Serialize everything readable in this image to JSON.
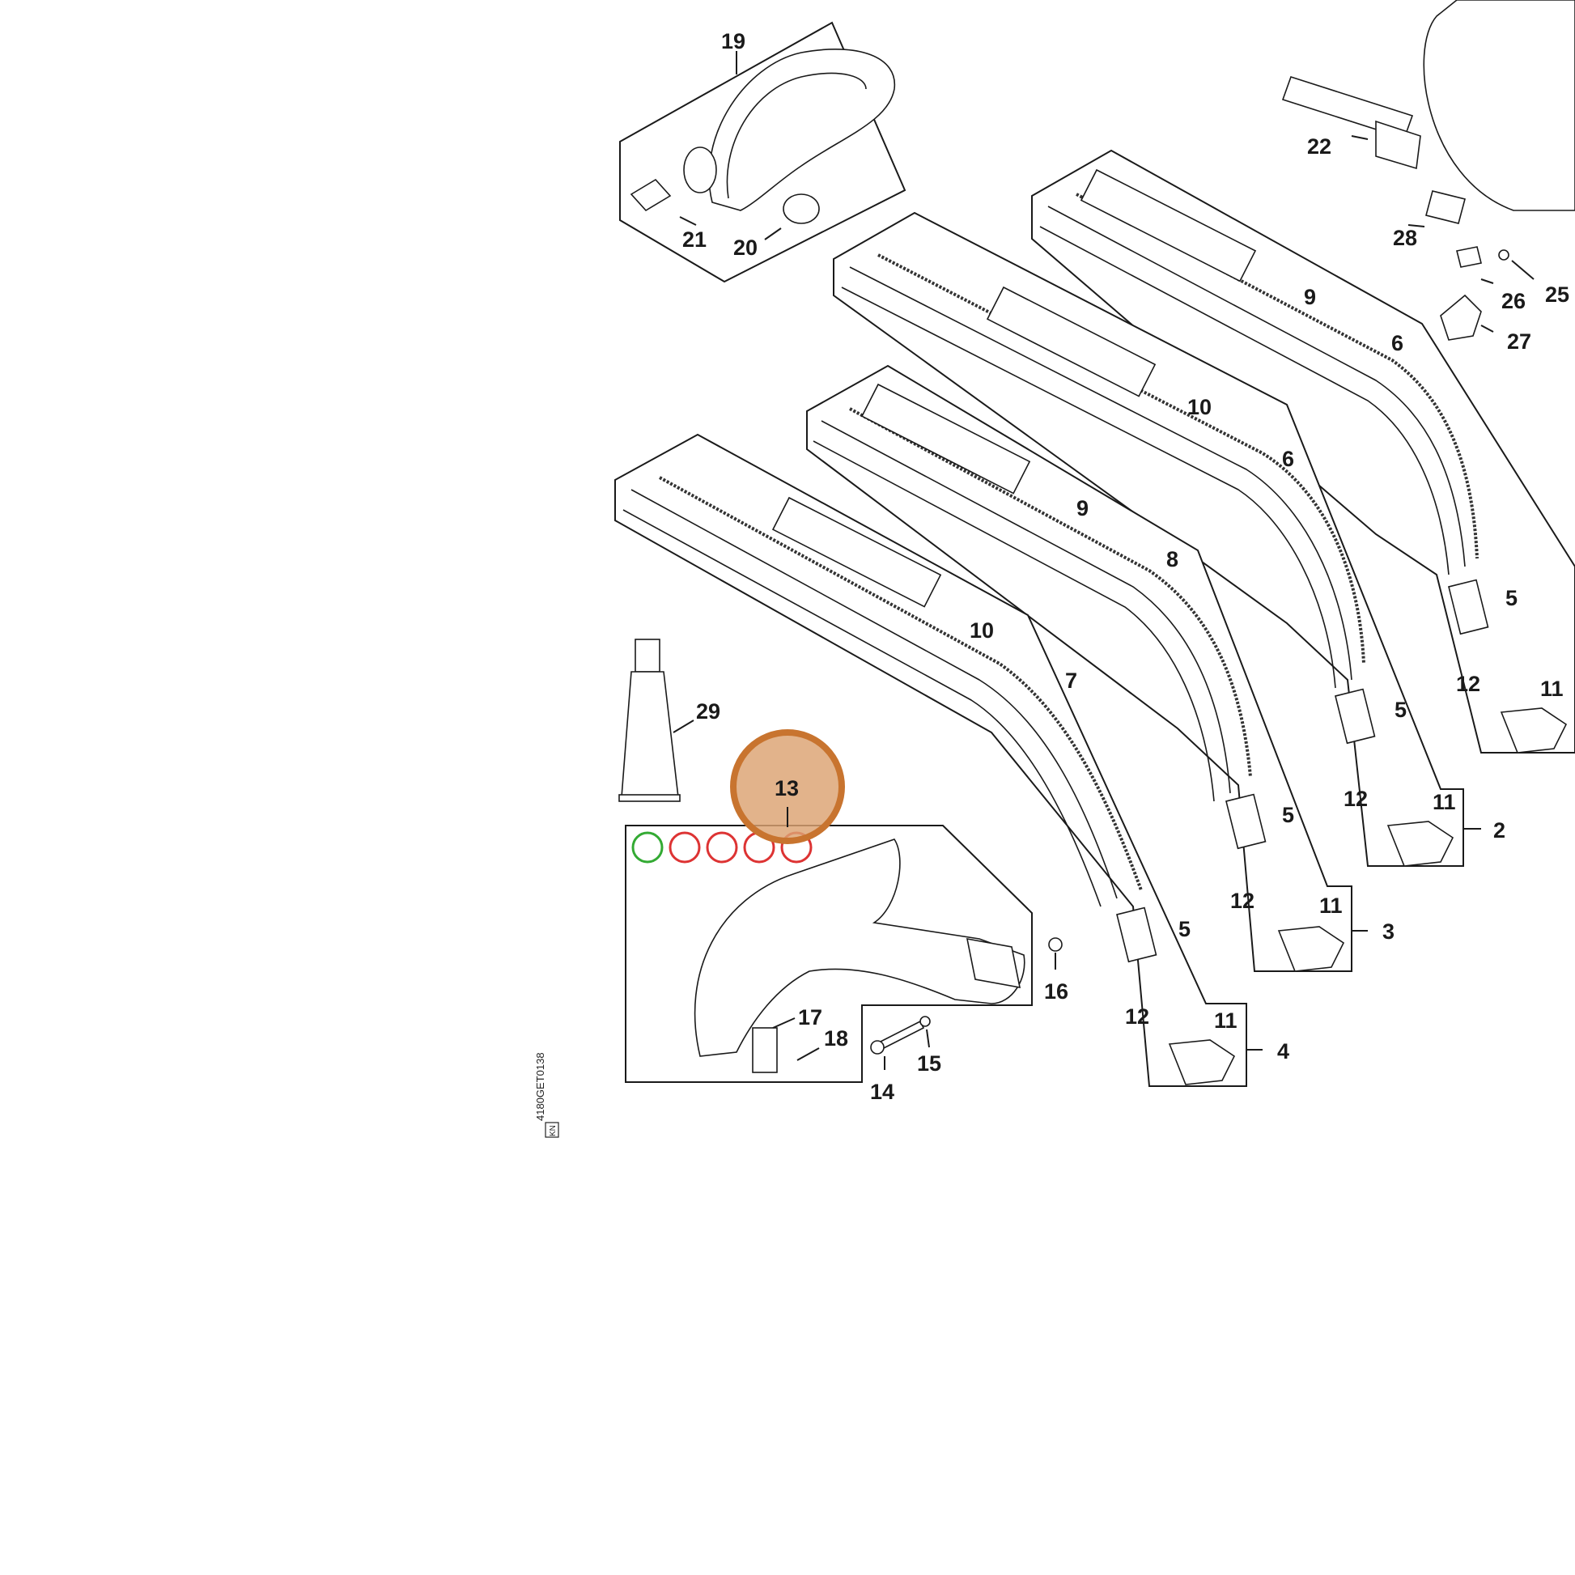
{
  "diagram": {
    "reference_code": "4180GET0138",
    "reference_box": "KN",
    "highlight_color": "#c8742f",
    "highlighted_part": "13",
    "callouts": {
      "c2": "2",
      "c3": "3",
      "c4": "4",
      "c5a": "5",
      "c5b": "5",
      "c5c": "5",
      "c5d": "5",
      "c6a": "6",
      "c6b": "6",
      "c7": "7",
      "c8": "8",
      "c9a": "9",
      "c9b": "9",
      "c10a": "10",
      "c10b": "10",
      "c11a": "11",
      "c11b": "11",
      "c11c": "11",
      "c11d": "11",
      "c12a": "12",
      "c12b": "12",
      "c12c": "12",
      "c12d": "12",
      "c13": "13",
      "c14": "14",
      "c15": "15",
      "c16": "16",
      "c17": "17",
      "c18": "18",
      "c19": "19",
      "c20": "20",
      "c21": "21",
      "c22": "22",
      "c25": "25",
      "c26": "26",
      "c27": "27",
      "c28": "28",
      "c29": "29"
    }
  }
}
